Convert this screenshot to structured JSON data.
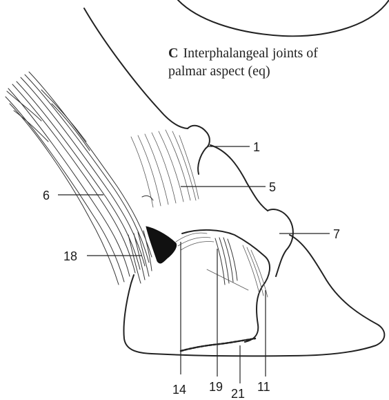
{
  "caption": {
    "letter": "C",
    "line1": "Interphalangeal joints of",
    "line2": "palmar aspect (eq)"
  },
  "labels": {
    "l1": "1",
    "l5": "5",
    "l6": "6",
    "l7": "7",
    "l18": "18",
    "l14": "14",
    "l19": "19",
    "l21": "21",
    "l11": "11"
  },
  "colors": {
    "ink": "#222222",
    "background": "#ffffff"
  }
}
